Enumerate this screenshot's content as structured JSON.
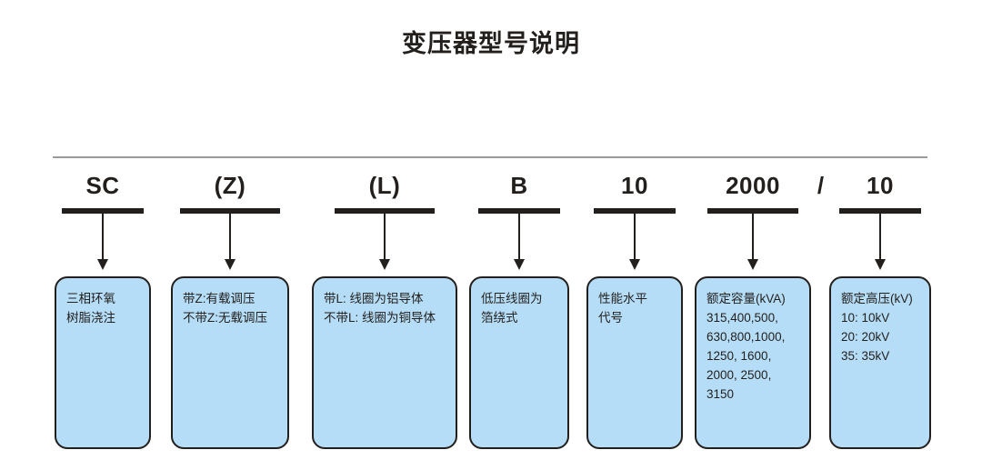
{
  "title": "变压器型号说明",
  "colors": {
    "box_fill": "#b5ddf7",
    "box_border": "#231f1c",
    "text": "#231f1c",
    "rule": "#9a9a9a"
  },
  "separator": "/",
  "columns": [
    {
      "code": "SC",
      "lines": [
        "三相环氧",
        "树脂浇注"
      ]
    },
    {
      "code": "(Z)",
      "lines": [
        "带Z:有载调压",
        "不带Z:无载调压"
      ]
    },
    {
      "code": "(L)",
      "lines": [
        "带L: 线圈为铝导体",
        "不带L: 线圈为铜导体"
      ]
    },
    {
      "code": "B",
      "lines": [
        "低压线圈为",
        "箔绕式"
      ]
    },
    {
      "code": "10",
      "lines": [
        "性能水平",
        "代号"
      ]
    },
    {
      "code": "2000",
      "lines": [
        "额定容量(kVA)",
        "315,400,500,",
        "630,800,1000,",
        "1250, 1600,",
        "2000, 2500,",
        "3150"
      ]
    },
    {
      "code": "10",
      "lines": [
        "额定高压(kV)",
        "10: 10kV",
        "20: 20kV",
        "35: 35kV"
      ]
    }
  ]
}
